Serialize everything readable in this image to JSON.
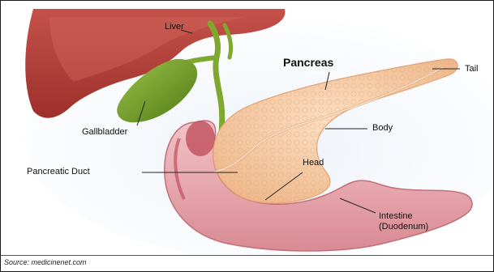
{
  "diagram": {
    "title": "Pancreas",
    "labels": {
      "liver": "Liver",
      "tail": "Tail",
      "gallbladder": "Gallbladder",
      "body": "Body",
      "pancreatic_duct": "Pancreatic Duct",
      "head": "Head",
      "intestine": "Intestine",
      "duodenum": "(Duodenum)"
    },
    "source": "Source: medicinenet.com"
  },
  "colors": {
    "liver": "#b2413a",
    "gallbladder": "#5f8f1e",
    "pancreas": "#f4c59b",
    "intestine": "#e2a3a9",
    "background_wash": "#e6eef6"
  }
}
